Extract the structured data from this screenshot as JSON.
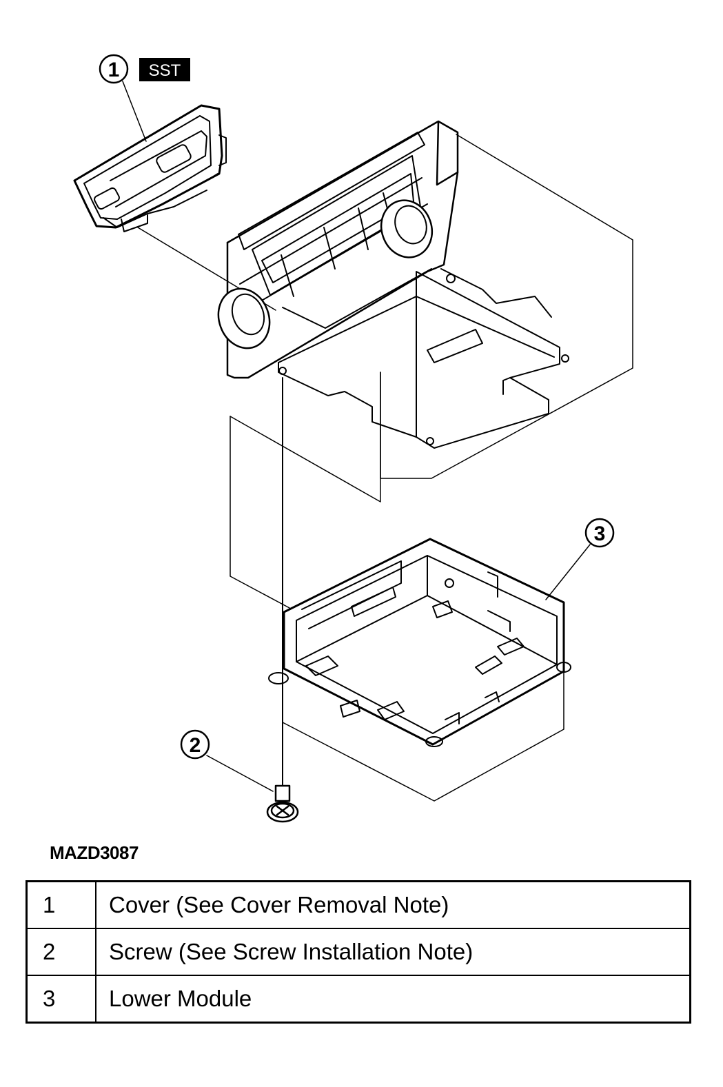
{
  "figure": {
    "tool_tag": "SST",
    "callouts": [
      "1",
      "2",
      "3"
    ],
    "figure_id": "MAZD3087"
  },
  "legend": {
    "rows": [
      {
        "num": "1",
        "desc": "Cover (See Cover Removal Note)"
      },
      {
        "num": "2",
        "desc": "Screw (See Screw Installation Note)"
      },
      {
        "num": "3",
        "desc": "Lower Module"
      }
    ]
  }
}
